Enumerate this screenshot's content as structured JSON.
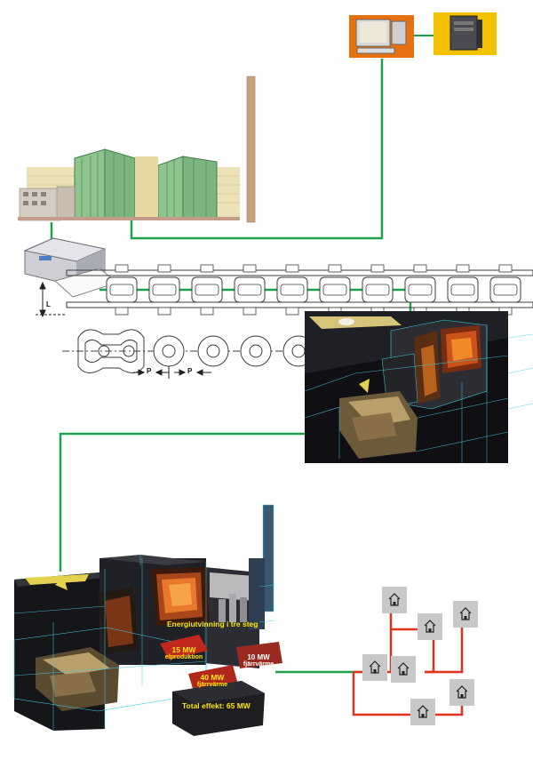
{
  "diagram": {
    "chain": {
      "dimension_l": "L",
      "dimension_p1": "P",
      "dimension_p2": "P"
    },
    "energy": {
      "title": "Energiutvinning i tre steg",
      "electricity_value": "15 MW",
      "electricity_label": "elproduktion",
      "district_heat_1_value": "10 MW",
      "district_heat_1_label": "fjärrvärme",
      "district_heat_2_value": "40 MW",
      "district_heat_2_label": "fjärrvärme",
      "total": "Total effekt: 65 MW"
    },
    "colors": {
      "network_line": "#1fa34a",
      "heating_line": "#e0301e",
      "house_tile": "#c8c8c8",
      "monitor_panel": "#e8710f",
      "server_panel": "#f2c200"
    }
  }
}
